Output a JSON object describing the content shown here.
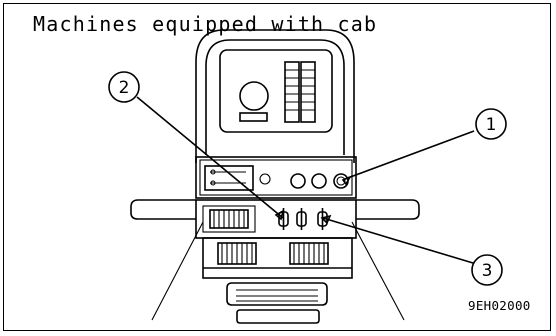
{
  "figure": {
    "title": "Machines equipped with cab",
    "figure_code": "9EH02000"
  },
  "callouts": [
    {
      "number": "1"
    },
    {
      "number": "2"
    },
    {
      "number": "3"
    }
  ]
}
